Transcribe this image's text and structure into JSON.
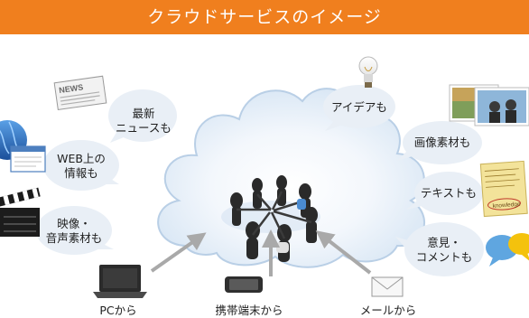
{
  "header": {
    "title": "クラウドサービスのイメージ"
  },
  "labels": {
    "news_line1": "最新",
    "news_line2": "ニュースも",
    "web_line1": "WEB上の",
    "web_line2": "情報も",
    "video_line1": "映像・",
    "video_line2": "音声素材も",
    "idea": "アイデアも",
    "images": "画像素材も",
    "text": "テキストも",
    "opinion_line1": "意見・",
    "opinion_line2": "コメントも"
  },
  "sources": {
    "pc": "PCから",
    "mobile": "携帯端末から",
    "mail": "メールから"
  },
  "icon_text": {
    "newspaper": "NEWS",
    "note": "knowledge"
  },
  "colors": {
    "banner": "#f07f1e",
    "cloud_fill": "#eaf1f9",
    "cloud_stroke": "#b9cfe6",
    "bubble_fill": "#e9eff6",
    "arrow": "#a9a9a9"
  }
}
